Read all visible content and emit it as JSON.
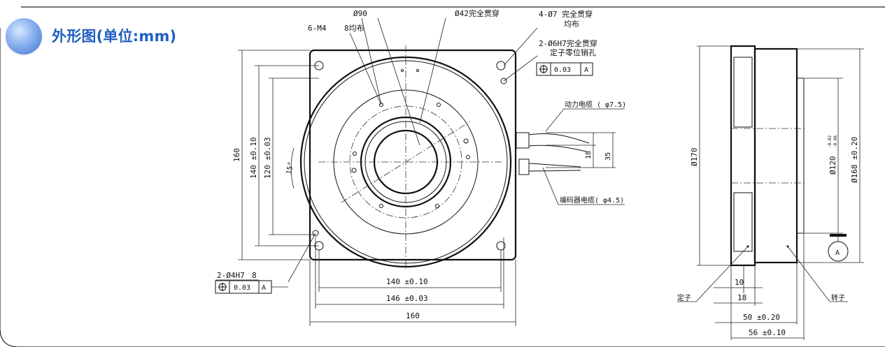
{
  "header": {
    "title": "外形图(单位:mm)"
  },
  "front_view": {
    "labels": {
      "phi90": "Ø90",
      "phi42": "Ø42完全贯穿",
      "m4": "6-M4",
      "m4_depth": "8均布",
      "holes_4": "4-Ø7 完全贯穿",
      "holes_4_b": "均布",
      "pins_2": "2-Ø6H7完全贯穿",
      "pins_2_b": "定子零位销孔",
      "tol_val_1": "0.03",
      "tol_ref_1": "A",
      "power_cable": "动力电缆 ( φ7.5)",
      "encoder_cable": "编码器电缆( φ4.5)",
      "pin_4h7": "2-Ø4H7",
      "pin_4h7_depth": "8",
      "tol_val_2": "0.03",
      "tol_ref_2": "A",
      "angle": "15°"
    },
    "dims": {
      "h160": "160",
      "h140": "140 ±0.10",
      "h120": "120 ±0.03",
      "w140": "140 ±0.10",
      "w146": "146 ±0.03",
      "w160": "160",
      "c18": "18",
      "c35": "35"
    }
  },
  "side_view": {
    "dims": {
      "phi170": "Ø170",
      "phi120": "Ø120",
      "phi120_tol_up": "-0.02",
      "phi120_tol_dn": "-0.06",
      "phi168": "Ø168 ±0.20",
      "d10": "10",
      "d18": "18",
      "d50": "50 ±0.20",
      "d56": "56 ±0.10"
    },
    "labels": {
      "stator": "定子",
      "rotor": "转子",
      "datum": "A"
    }
  }
}
